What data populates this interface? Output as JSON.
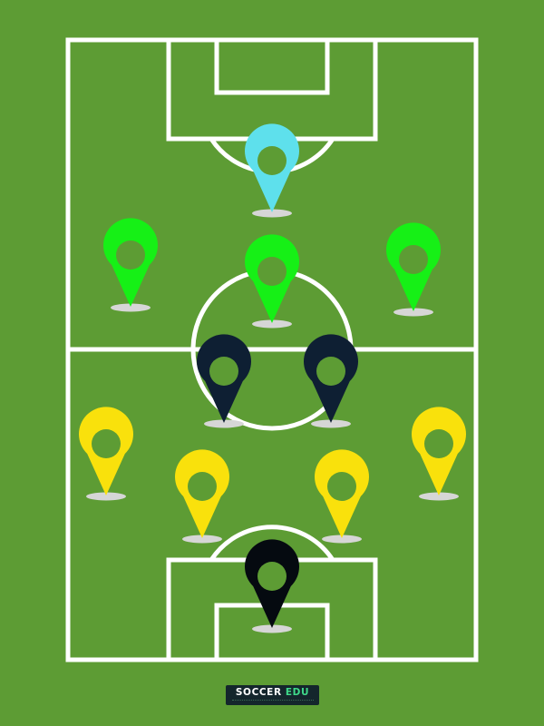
{
  "pitch": {
    "grass_color": "#5d9c34",
    "line_color": "#ffffff"
  },
  "formation": [
    {
      "role": "striker",
      "color": "#5ee0ec"
    },
    {
      "role": "left-winger",
      "color": "#16f016"
    },
    {
      "role": "attacking-midfielder",
      "color": "#16f016"
    },
    {
      "role": "right-winger",
      "color": "#16f016"
    },
    {
      "role": "left-central-midfielder",
      "color": "#0e1f33"
    },
    {
      "role": "right-central-midfielder",
      "color": "#0e1f33"
    },
    {
      "role": "left-back",
      "color": "#f9e10c"
    },
    {
      "role": "left-centre-back",
      "color": "#f9e10c"
    },
    {
      "role": "right-centre-back",
      "color": "#f9e10c"
    },
    {
      "role": "right-back",
      "color": "#f9e10c"
    },
    {
      "role": "goalkeeper",
      "color": "#050a10"
    }
  ],
  "logo": {
    "word1": "SOCCER",
    "word2": "EDU",
    "word2_color": "#3fd98a"
  }
}
